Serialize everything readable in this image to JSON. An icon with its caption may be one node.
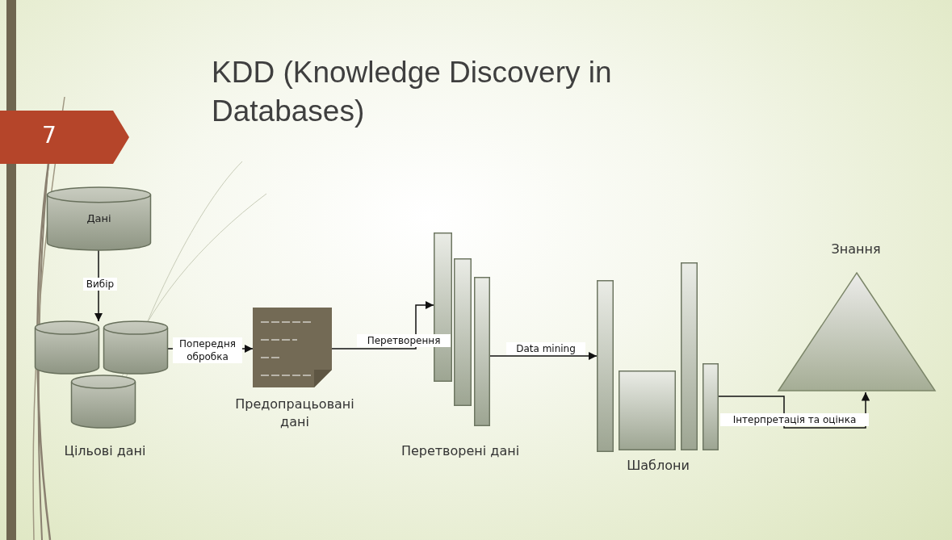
{
  "diagram": {
    "title": "KDD (Knowledge Discovery in Databases)",
    "nodes": [
      {
        "text": [
          "Дані"
        ]
      },
      {
        "text": [],
        "shape": "cylinder"
      },
      {
        "text": [],
        "shape": "cylinder"
      },
      {
        "text": [],
        "shape": "cylinder",
        "beside": [
          "Цільові дані"
        ]
      },
      {
        "text": [],
        "shape": "document",
        "beside": [
          "Предопрацьовані дані"
        ]
      },
      {
        "text": [],
        "shape": "bar"
      },
      {
        "text": [],
        "shape": "bar"
      },
      {
        "text": [],
        "shape": "bar",
        "beside": [
          "Перетворені дані"
        ]
      },
      {
        "text": [],
        "shape": "bar"
      },
      {
        "text": [],
        "shape": "box",
        "beside": [
          "Шаблони"
        ]
      },
      {
        "text": [],
        "shape": "bar"
      },
      {
        "text": [],
        "shape": "bar"
      },
      {
        "text": [],
        "shape": "triangle",
        "beside": [
          "Знання"
        ]
      }
    ],
    "edges": [
      {
        "from": 0,
        "to": 1,
        "arrow": "to",
        "label": "Вибір"
      },
      {
        "from": 2,
        "to": 4,
        "arrow": "to",
        "label": "Попередня обробка"
      },
      {
        "from": 4,
        "to": 5,
        "arrow": "to",
        "label": "Перетворення"
      },
      {
        "from": 7,
        "to": 8,
        "arrow": "to",
        "label": "Data mining"
      },
      {
        "from": 11,
        "to": 12,
        "arrow": "to",
        "label": "Інтерпретація та оцінка"
      }
    ],
    "labels": [
      "7"
    ]
  }
}
